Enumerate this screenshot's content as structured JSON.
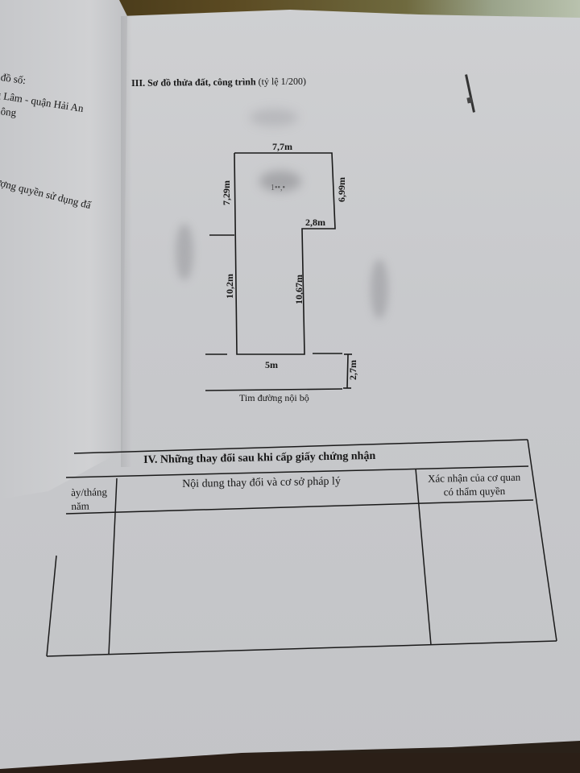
{
  "left_page": {
    "lines": [
      "đồ số:",
      "g Lâm - quận Hải An",
      "iông",
      "ượng quyền sử dụng đấ"
    ]
  },
  "section3": {
    "title": "III. Sơ đồ thửa đất, công trình",
    "scale": "(tỷ lệ 1/200)"
  },
  "plot_diagram": {
    "area_label_obscured": "1••,•",
    "dimensions": {
      "top": "7,7m",
      "left_upper": "7,29m",
      "right_upper": "6,99m",
      "step": "2,8m",
      "left_lower": "10,2m",
      "right_lower": "10,67m",
      "bottom": "5m",
      "setback": "2,7m"
    },
    "road_label": "Tim đường nội bộ"
  },
  "section4": {
    "title": "IV. Những thay đổi sau khi cấp giấy chứng nhận",
    "columns": [
      {
        "label_line1": "ày/tháng",
        "label_line2": "năm"
      },
      {
        "label_line1": "Nội dung thay đổi và cơ sở pháp lý"
      },
      {
        "label_line1": "Xác nhận của cơ quan",
        "label_line2": "có thẩm quyền"
      }
    ],
    "rows": []
  },
  "colors": {
    "paper": "#c9cacd",
    "ink": "#161616",
    "desk_dark": "#2b1f17",
    "desk_top": "#5b4a22"
  }
}
